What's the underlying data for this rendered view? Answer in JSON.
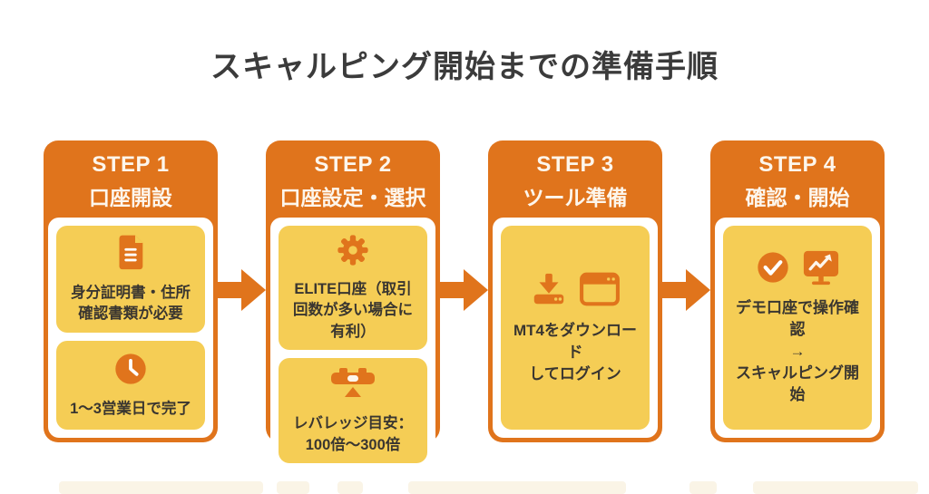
{
  "page": {
    "title": "スキャルピング開始までの準備手順"
  },
  "colors": {
    "accent_orange": "#e0741c",
    "box_yellow": "#f5cd55",
    "header_text": "#fdf6ec",
    "body_text": "#3a3630",
    "title_text": "#3b3b3b"
  },
  "connector_icon": "arrow-right-icon",
  "steps": [
    {
      "step_label": "STEP 1",
      "step_title": "口座開設",
      "boxes": [
        {
          "icon": "document-icon",
          "lines": [
            "身分証明書・住所",
            "確認書類が必要"
          ]
        },
        {
          "icon": "clock-icon",
          "lines": [
            "1〜3営業日で完了"
          ]
        }
      ]
    },
    {
      "step_label": "STEP 2",
      "step_title": "口座設定・選択",
      "boxes": [
        {
          "icon": "gear-icon",
          "lines": [
            "ELITE口座（取引",
            "回数が多い場合に",
            "有利）"
          ]
        },
        {
          "icon": "level-icon",
          "lines": [
            "レバレッジ目安：",
            "100倍〜300倍"
          ]
        }
      ]
    },
    {
      "step_label": "STEP 3",
      "step_title": "ツール準備",
      "boxes": [
        {
          "icon": "download-icon,browser-window-icon",
          "lines": [
            "MT4をダウンロード",
            "してログイン"
          ]
        }
      ]
    },
    {
      "step_label": "STEP 4",
      "step_title": "確認・開始",
      "boxes": [
        {
          "icon": "check-circle-icon,monitor-chart-icon",
          "lines": [
            "デモ口座で操作確認",
            "→",
            "スキャルピング開始"
          ]
        }
      ]
    }
  ]
}
